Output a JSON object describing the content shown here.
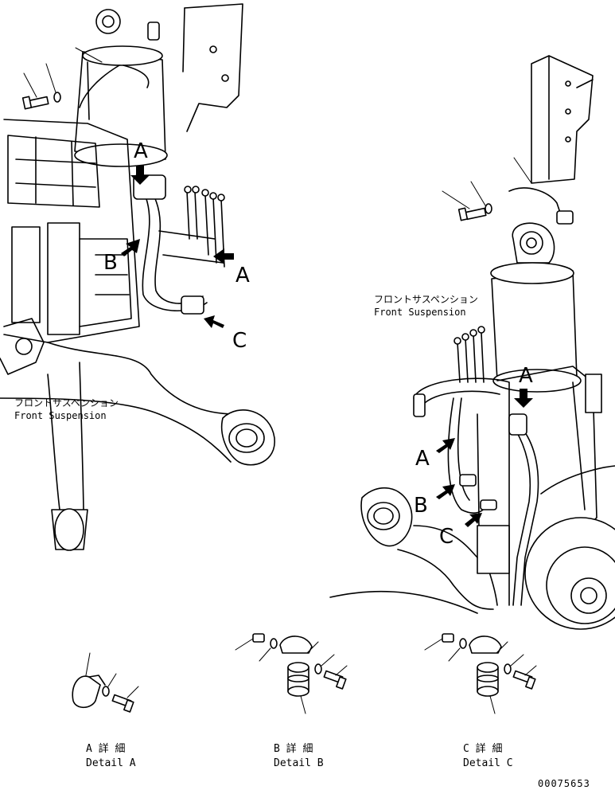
{
  "callouts": {
    "left": {
      "a": "A",
      "b": "B",
      "c": "C"
    },
    "right": {
      "a": "A",
      "b": "B",
      "c": "C"
    }
  },
  "labels": {
    "left_jp": "フロントサスペンション",
    "left_en": "Front Suspension",
    "right_jp": "フロントサスペンション",
    "right_en": "Front Suspension"
  },
  "details": {
    "a": {
      "jp": "A 詳 細",
      "en": "Detail A"
    },
    "b": {
      "jp": "B 詳 細",
      "en": "Detail B"
    },
    "c": {
      "jp": "C 詳 細",
      "en": "Detail C"
    }
  },
  "drawing_number": "00075653"
}
